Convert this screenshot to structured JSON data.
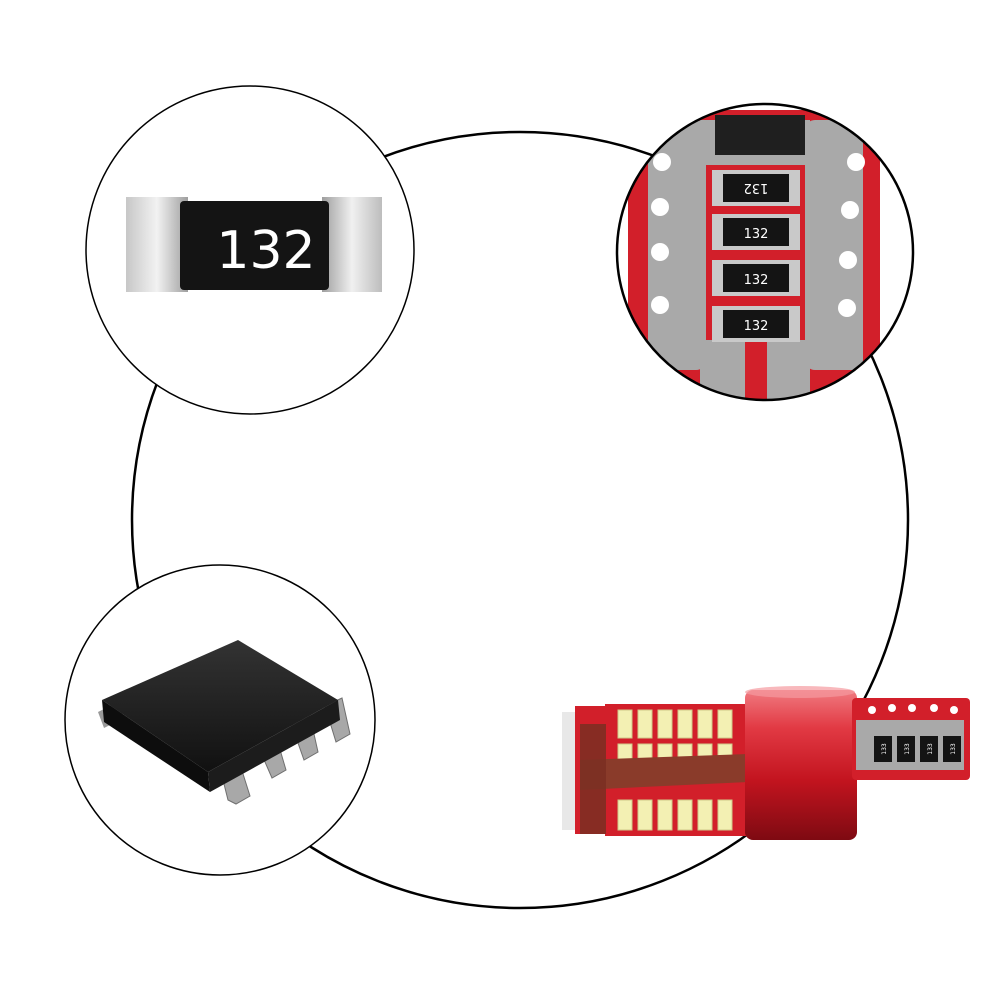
{
  "resistor_code": "132",
  "pcb_resistor_codes": [
    "132",
    "132",
    "132",
    "132"
  ],
  "bulb_resistor_codes": [
    "133",
    "133",
    "133",
    "133"
  ],
  "colors": {
    "pcb_red": "#d21f2a",
    "copper_pad": "#a9a9a9",
    "resistor_body": "#141414",
    "ic_body": "#1a1a1a",
    "led_yellow": "#f3f0b3",
    "outline": "#000000"
  }
}
